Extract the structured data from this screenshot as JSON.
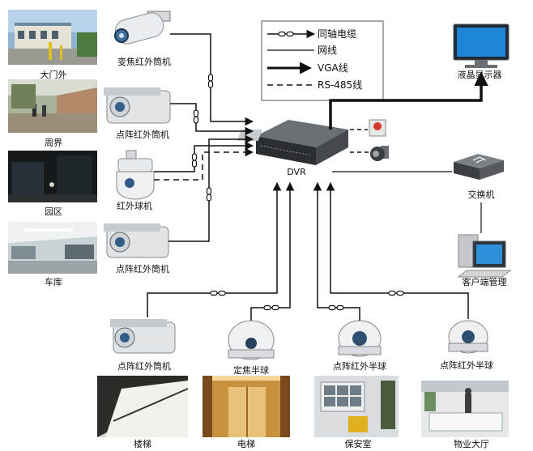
{
  "legend": {
    "coax": "同轴电缆",
    "network": "网线",
    "vga": "VGA线",
    "rs485": "RS-485线"
  },
  "photos": {
    "gate": "大门外",
    "perimeter": "周界",
    "park": "园区",
    "garage": "车库",
    "stairs": "楼梯",
    "elevator": "电梯",
    "guard_room": "保安室",
    "lobby": "物业大厅"
  },
  "devices": {
    "zoom_ir_bullet": "变焦红外筒机",
    "dot_ir_bullet_1": "点阵红外筒机",
    "ir_dome": "红外球机",
    "dot_ir_bullet_2": "点阵红外筒机",
    "dot_ir_bullet_3": "点阵红外筒机",
    "fixed_dome": "定焦半球",
    "dot_ir_dome_1": "点阵红外半球",
    "dot_ir_dome_2": "点阵红外半球",
    "dvr": "DVR",
    "lcd": "液晶显示器",
    "switch": "交换机",
    "client": "客户端管理"
  }
}
